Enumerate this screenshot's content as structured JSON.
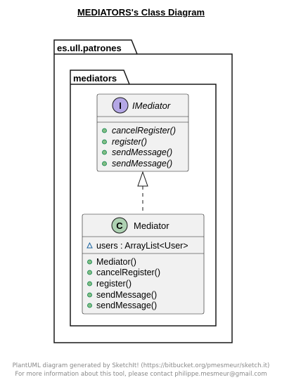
{
  "title": "MEDIATORS's Class Diagram",
  "packages": {
    "outer": "es.ull.patrones",
    "inner": "mediators"
  },
  "interface": {
    "stereotype_letter": "I",
    "name": "IMediator",
    "methods": [
      "cancelRegister()",
      "register()",
      "sendMessage()",
      "sendMessage()"
    ]
  },
  "class": {
    "stereotype_letter": "C",
    "name": "Mediator",
    "fields": [
      {
        "visibility": "package",
        "text": "users : ArrayList<User>"
      }
    ],
    "methods": [
      "Mediator()",
      "cancelRegister()",
      "register()",
      "sendMessage()",
      "sendMessage()"
    ]
  },
  "relation": {
    "type": "realization",
    "from": "Mediator",
    "to": "IMediator"
  },
  "footer": {
    "line1": "PlantUML diagram generated by SketchIt! (https://bitbucket.org/pmesmeur/sketch.it)",
    "line2": "For more information about this tool, please contact philippe.mesmeur@gmail.com"
  },
  "colors": {
    "box_fill": "#F1F1F1",
    "border": "#181818",
    "interface_badge": "#B4A7E5",
    "class_badge": "#ADD1B2",
    "public_dot": "#84BE84",
    "package_icon": "#1963A0"
  }
}
